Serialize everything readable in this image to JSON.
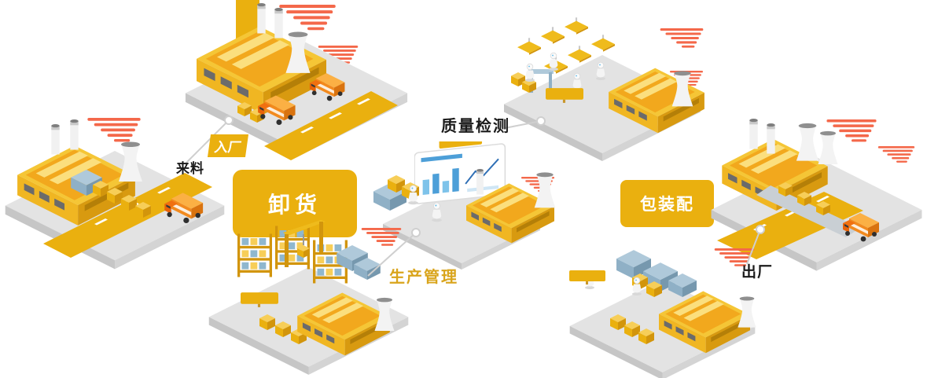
{
  "labels": {
    "incoming_gate": "入厂",
    "incoming_material": "来料",
    "unloading": "卸货",
    "quality_check": "质量检测",
    "production_mgmt": "生产管理",
    "packaging": "包装配",
    "shipping": "出厂"
  },
  "palette": {
    "gold": "#EAB00F",
    "gold_light": "#F7CE58",
    "gold_dark": "#D2950C",
    "orange_truck": "#F28A1E",
    "stripe_red": "#F4684A",
    "platform_gray": "#E3E3E3",
    "machine_blue": "#8FB0C6",
    "screen_blue": "#4D9FD8",
    "connector_gray": "#CFCFCF",
    "text_dark": "#1A1A1A",
    "label_gold_text": "#D9A41B",
    "background": "#FFFFFF"
  }
}
